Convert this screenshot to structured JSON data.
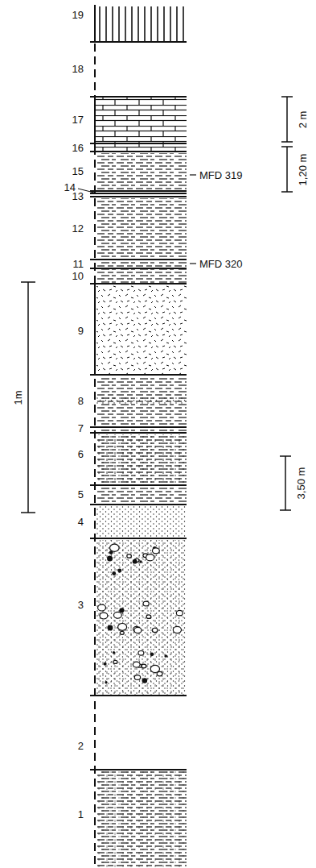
{
  "diagram": {
    "labels": [
      "19",
      "18",
      "17",
      "16",
      "15",
      "14",
      "13",
      "12",
      "11",
      "10",
      "9",
      "8",
      "7",
      "6",
      "5",
      "4",
      "3",
      "2",
      "1",
      "MFD 319",
      "MFD 320",
      "2 m",
      "1,20 m",
      "1m",
      "3,50 m"
    ]
  }
}
